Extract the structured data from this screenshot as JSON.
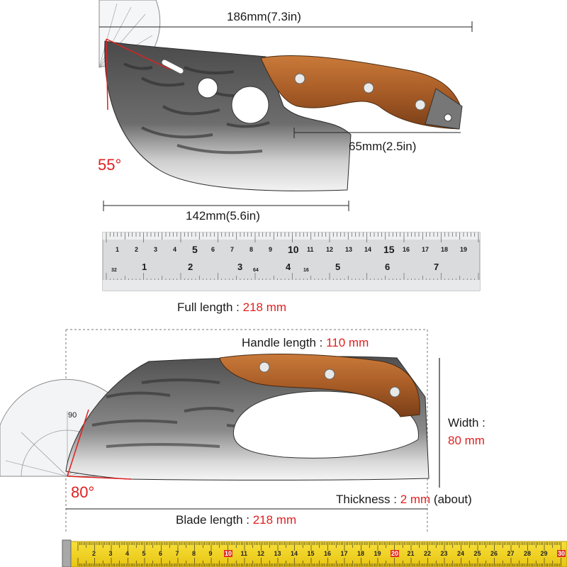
{
  "top": {
    "dim_total": "186mm(7.3in)",
    "dim_handle_hole": "65mm(2.5in)",
    "dim_blade": "142mm(5.6in)",
    "angle": "55°"
  },
  "ruler": {
    "top_numbers": [
      "1",
      "2",
      "3",
      "4",
      "5",
      "6",
      "7",
      "8",
      "9",
      "10",
      "11",
      "12",
      "13",
      "14",
      "15",
      "16",
      "17",
      "18",
      "19"
    ],
    "bottom_numbers": [
      "32",
      "1",
      "2",
      "3",
      "64",
      "4",
      "16",
      "5",
      "6",
      "7"
    ]
  },
  "full_length": {
    "label": "Full length : ",
    "value": "218 mm"
  },
  "bottom": {
    "handle_label": "Handle length : ",
    "handle_value": "110 mm",
    "width_label": "Width :",
    "width_value": "80 mm",
    "thickness_label": "Thickness : ",
    "thickness_value": "2 mm",
    "thickness_note": " (about)",
    "blade_label": "Blade length : ",
    "blade_value": "218 mm",
    "angle": "80°",
    "protractor_mark": "90"
  },
  "tape": {
    "numbers": [
      "2",
      "3",
      "4",
      "5",
      "6",
      "7",
      "8",
      "9",
      "10",
      "11",
      "12",
      "13",
      "14",
      "15",
      "16",
      "17",
      "18",
      "19",
      "20",
      "21",
      "22",
      "23",
      "24",
      "25",
      "26",
      "27",
      "28",
      "29",
      "30"
    ],
    "highlight": [
      "10",
      "20",
      "30"
    ]
  },
  "colors": {
    "accent": "#e02020",
    "wood": "#b0652c",
    "tape": "#f2d21a"
  }
}
